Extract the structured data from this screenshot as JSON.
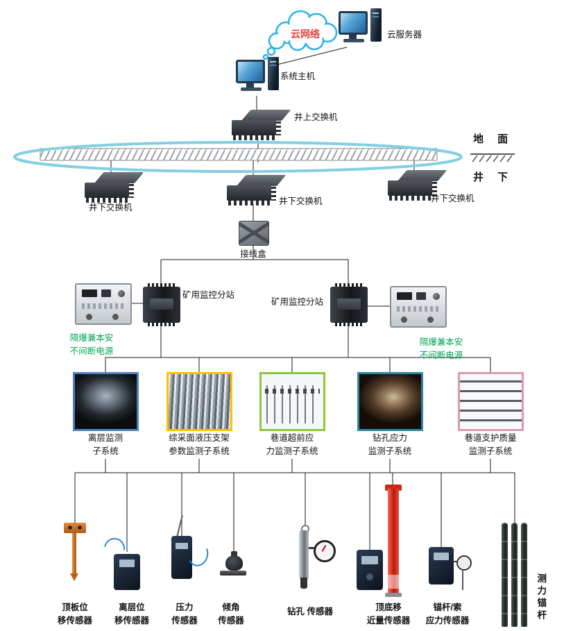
{
  "top": {
    "cloud_network": "云网络",
    "cloud_server": "云服务器",
    "system_host": "系统主机",
    "surface_switch": "井上交换机"
  },
  "ground": {
    "surface": "地 面",
    "underground": "井 下"
  },
  "underground_switches": [
    {
      "label": "井下交换机"
    },
    {
      "label": "井下交换机"
    },
    {
      "label": "井下交换机"
    }
  ],
  "junction_box": {
    "label": "接线盒"
  },
  "substations": [
    {
      "label": "矿用监控分站"
    },
    {
      "label": "矿用监控分站"
    }
  ],
  "power_supplies": [
    {
      "line1": "隔爆兼本安",
      "line2": "不间断电源"
    },
    {
      "line1": "隔爆兼本安",
      "line2": "不间断电源"
    }
  ],
  "subsystems": [
    {
      "line1": "离层监测",
      "line2": "子系统",
      "border_color": "#4f81bd"
    },
    {
      "line1": "综采面液压支架",
      "line2": "参数监测子系统",
      "border_color": "#ffc000"
    },
    {
      "line1": "巷道超前应",
      "line2": "力监测子系统",
      "border_color": "#8cc63f"
    },
    {
      "line1": "钻孔应力",
      "line2": "监测子系统",
      "border_color": "#31859c"
    },
    {
      "line1": "巷道支护质量",
      "line2": "监测子系统",
      "border_color": "#d79bb0"
    }
  ],
  "sensors": [
    {
      "line1": "顶板位",
      "line2": "移传感器"
    },
    {
      "line1": "离层位",
      "line2": "移传感器"
    },
    {
      "line1": "压力",
      "line2": "传感器"
    },
    {
      "line1": "倾角",
      "line2": "传感器"
    },
    {
      "line1": "钻孔 传感器",
      "line2": ""
    },
    {
      "line1": "顶底移",
      "line2": "近量传感器"
    },
    {
      "line1": "锚杆/索",
      "line2": "应力传感器"
    }
  ],
  "force_anchor": {
    "label": "测力锚杆"
  },
  "colors": {
    "ring": "#82cfe3",
    "cloud_outline": "#2bb3e6",
    "cloud_text": "#e8403a",
    "ups_label": "#00a651"
  }
}
